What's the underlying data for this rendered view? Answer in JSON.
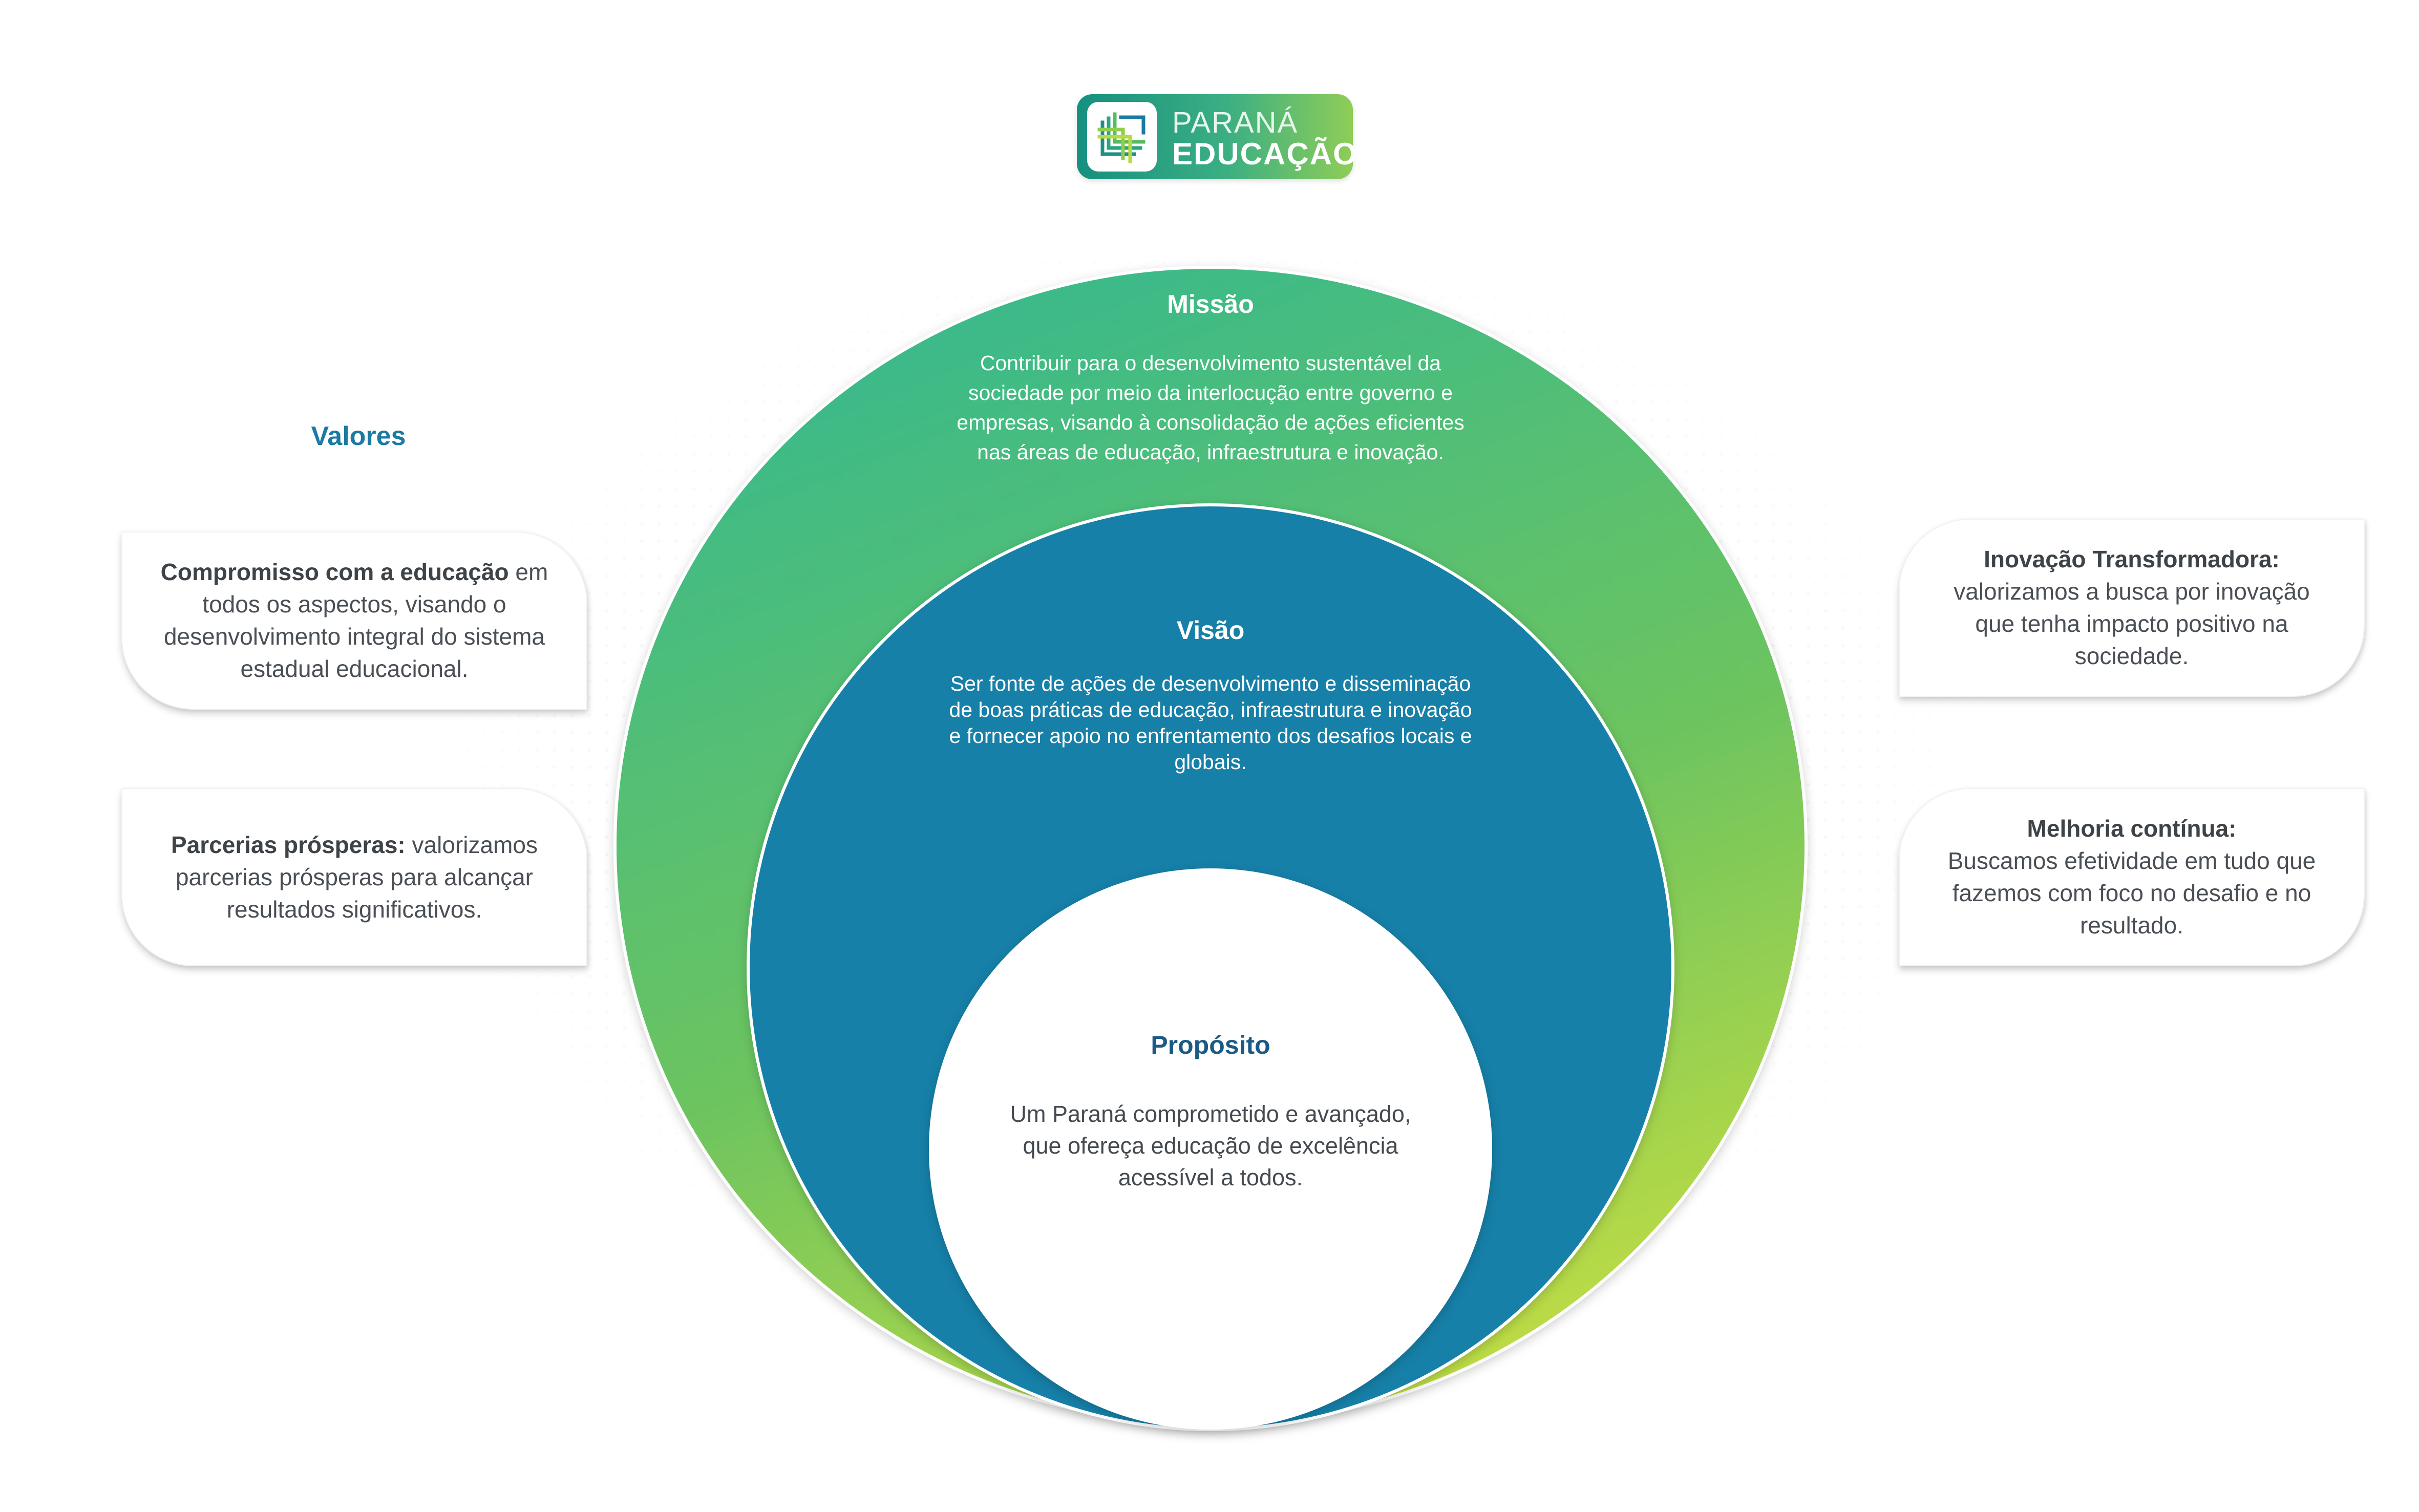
{
  "logo": {
    "line1": "PARANÁ",
    "line2": "EDUCAÇÃO",
    "icon": "parana-educacao-mark-icon"
  },
  "colors": {
    "mission_gradient": [
      "#38b98c",
      "#6dc45f",
      "#c3dd42"
    ],
    "vision": "#1480a8",
    "purpose_fill": "#ffffff",
    "purpose_title": "#1a5a85",
    "values_title": "#1b7aa3"
  },
  "mission": {
    "title": "Missão",
    "text": "Contribuir para o desenvolvimento sustentável da\nsociedade por meio da interlocução entre governo e\nempresas, visando à consolidação de ações eficientes\nnas áreas de educação, infraestrutura e inovação."
  },
  "vision": {
    "title": "Visão",
    "text": "Ser fonte de ações de desenvolvimento e disseminação\nde boas práticas de educação, infraestrutura  e inovação\ne fornecer apoio no enfrentamento dos desafios locais e\nglobais."
  },
  "purpose": {
    "title": "Propósito",
    "text": "Um Paraná comprometido e avançado,\nque ofereça educação de excelência\nacessível a todos."
  },
  "values": {
    "title": "Valores",
    "items": [
      {
        "bold": "Compromisso com a educação",
        "rest": " em\ntodos os aspectos, visando o\ndesenvolvimento integral do sistema\nestadual educacional."
      },
      {
        "bold": "Parcerias prósperas:",
        "rest": " valorizamos\nparcerias prósperas para alcançar\nresultados significativos."
      },
      {
        "bold": "Inovação Transformadora:",
        "rest": "\nvalorizamos a busca por inovação\nque tenha impacto positivo na\nsociedade."
      },
      {
        "bold": "Melhoria contínua:",
        "rest": "\nBuscamos efetividade em tudo que\nfazemos com foco no desafio e no\nresultado."
      }
    ]
  }
}
